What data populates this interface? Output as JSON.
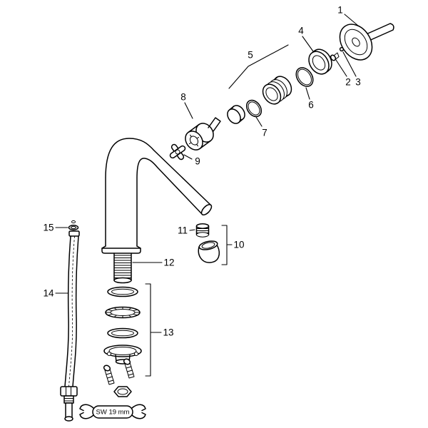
{
  "labels": {
    "p1": "1",
    "p2": "2",
    "p3": "3",
    "p4": "4",
    "p5": "5",
    "p6": "6",
    "p7": "7",
    "p8": "8",
    "p9": "9",
    "p10": "10",
    "p11": "11",
    "p12": "12",
    "p13": "13",
    "p14": "14",
    "p15": "15"
  },
  "wrench": {
    "size_label": "SW 19 mm"
  }
}
